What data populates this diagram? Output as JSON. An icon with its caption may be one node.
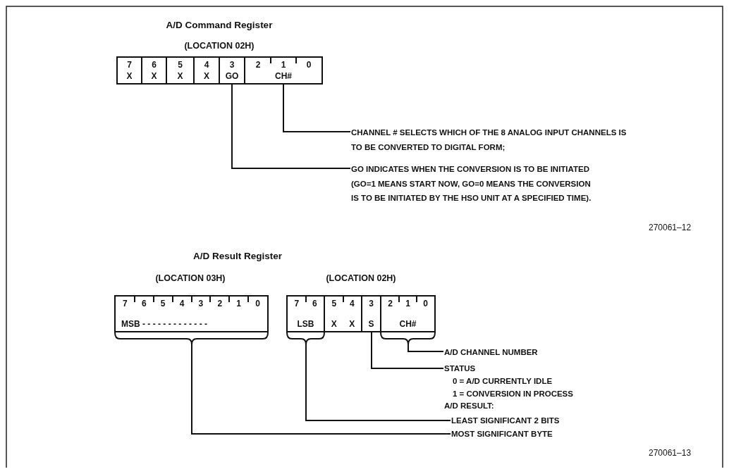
{
  "diagram": {
    "nodes": [
      {
        "text": [
          "A/D Command Register",
          "(LOCATION 02H)"
        ]
      },
      {
        "text": [
          "7",
          "X"
        ],
        "in": 0
      },
      {
        "text": [
          "6",
          "X"
        ],
        "in": 0
      },
      {
        "text": [
          "5",
          "X"
        ],
        "in": 0
      },
      {
        "text": [
          "4",
          "X"
        ],
        "in": 0
      },
      {
        "text": [
          "3",
          "GO"
        ],
        "in": 0
      },
      {
        "text": [
          "2",
          "1",
          "0",
          "CH#"
        ],
        "in": 0
      },
      {
        "text": [
          "CHANNEL # SELECTS WHICH OF THE 8 ANALOG INPUT CHANNELS IS TO BE CONVERTED TO DIGITAL FORM;"
        ]
      },
      {
        "text": [
          "GO INDICATES WHEN THE CONVERSION IS TO BE INITIATED (GO=1 MEANS START NOW, GO=0 MEANS THE CONVERSION IS TO BE INITIATED BY THE HSO UNIT AT A SPECIFIED TIME)."
        ]
      },
      {
        "text": [
          "(LOCATION 03H)"
        ]
      },
      {
        "text": [
          "7",
          "6",
          "5",
          "4",
          "3",
          "2",
          "1",
          "0",
          "MSB - - - - - - - - - - - - -"
        ],
        "in": 9
      },
      {
        "text": [
          "(LOCATION 02H)"
        ]
      },
      {
        "text": [
          "7",
          "6",
          "LSB"
        ],
        "in": 11
      },
      {
        "text": [
          "5",
          "4",
          "X",
          "X"
        ],
        "in": 11
      },
      {
        "text": [
          "3",
          "S"
        ],
        "in": 11
      },
      {
        "text": [
          "2",
          "1",
          "0",
          "CH#"
        ],
        "in": 11
      },
      {
        "text": [
          "A/D CHANNEL NUMBER"
        ]
      },
      {
        "text": [
          "STATUS",
          "0 = A/D CURRENTLY IDLE",
          "1 = CONVERSION IN PROCESS"
        ]
      },
      {
        "text": [
          "LEAST SIGNIFICANT 2 BITS"
        ]
      },
      {
        "text": [
          "MOST SIGNIFICANT BYTE"
        ]
      }
    ],
    "edges": [
      {
        "from": 7,
        "to": 6,
        "arrow": "none"
      },
      {
        "from": 8,
        "to": 5,
        "arrow": "none"
      },
      {
        "from": 16,
        "to": 15,
        "arrow": "none"
      },
      {
        "from": 17,
        "to": 14,
        "arrow": "none"
      },
      {
        "from": 18,
        "to": 12,
        "arrow": "none"
      },
      {
        "from": 19,
        "to": 10,
        "arrow": "none"
      }
    ],
    "labels": [
      "270061–12",
      "A/D Result Register",
      "A/D RESULT:",
      "270061–13"
    ]
  }
}
